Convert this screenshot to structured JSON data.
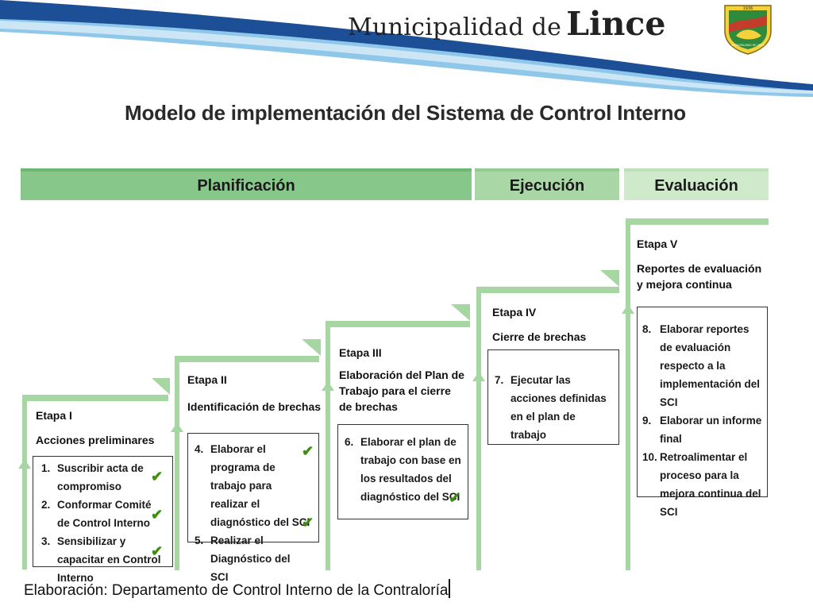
{
  "header": {
    "brand_prefix": "Municipalidad de",
    "brand_name": "Lince",
    "logo_year": "1936",
    "logo_text": "MUNICIPALIDAD DE LINCE"
  },
  "title": "Modelo de implementación del Sistema de Control Interno",
  "phases": [
    {
      "label": "Planificación"
    },
    {
      "label": "Ejecución"
    },
    {
      "label": "Evaluación"
    }
  ],
  "stages": [
    {
      "title": "Etapa I",
      "subtitle": "Acciones preliminares",
      "items": [
        {
          "n": "1.",
          "text": "Suscribir acta de compromiso",
          "checked": true
        },
        {
          "n": "2.",
          "text": "Conformar Comité de Control Interno",
          "checked": true
        },
        {
          "n": "3.",
          "text": "Sensibilizar y capacitar en Control Interno",
          "checked": true
        }
      ]
    },
    {
      "title": "Etapa II",
      "subtitle": "Identificación de brechas",
      "items": [
        {
          "n": "4.",
          "text": "Elaborar el programa de trabajo para realizar el diagnóstico del SCI",
          "checked": true
        },
        {
          "n": "5.",
          "text": "Realizar el Diagnóstico del SCI",
          "checked": true
        }
      ]
    },
    {
      "title": "Etapa III",
      "subtitle": "Elaboración del Plan de Trabajo para el cierre de brechas",
      "items": [
        {
          "n": "6.",
          "text": "Elaborar el plan de trabajo con base en los resultados del diagnóstico del SCI",
          "checked": true
        }
      ]
    },
    {
      "title": "Etapa IV",
      "subtitle": "Cierre de brechas",
      "items": [
        {
          "n": "7.",
          "text": "Ejecutar las acciones definidas en el plan de trabajo",
          "checked": false
        }
      ]
    },
    {
      "title": "Etapa V",
      "subtitle": "Reportes de evaluación y mejora continua",
      "items": [
        {
          "n": "8.",
          "text": "Elaborar reportes de evaluación respecto a la implementación del SCI",
          "checked": false
        },
        {
          "n": "9.",
          "text": "Elaborar un informe final",
          "checked": false
        },
        {
          "n": "10.",
          "text": "Retroalimentar el proceso para la mejora continua del SCI",
          "checked": false
        }
      ]
    }
  ],
  "colors": {
    "swoosh_dark": "#1d4f96",
    "swoosh_light": "#8fc7ea",
    "planificacion": "#88c78a",
    "ejecucion": "#a9d8a6",
    "evaluacion": "#cfe9cb",
    "check": "#3d8d12"
  },
  "footer": "Elaboración: Departamento de Control Interno de la Contraloría"
}
